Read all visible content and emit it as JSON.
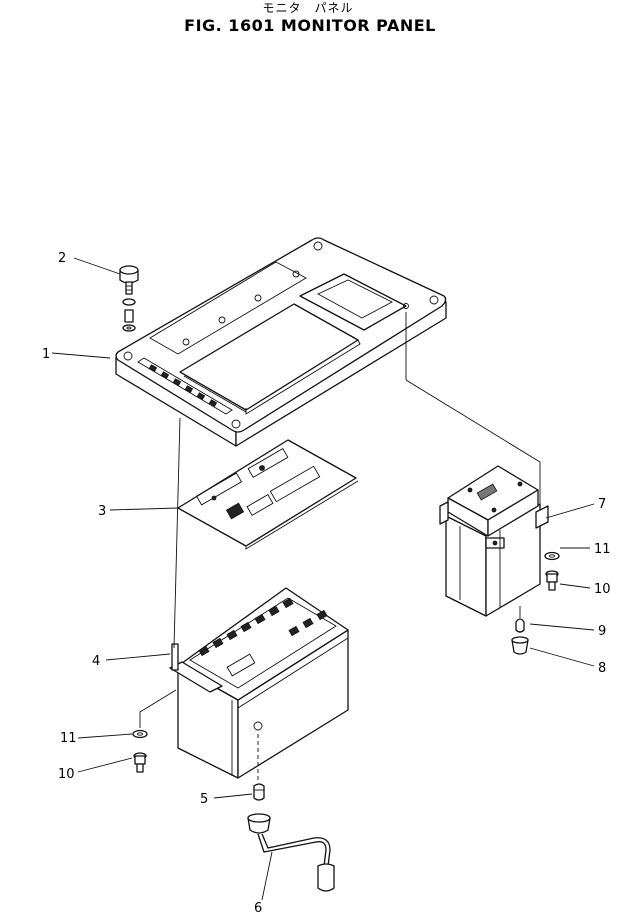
{
  "header": {
    "japanese": "モニタ　パネル",
    "title": "FIG. 1601  MONITOR PANEL"
  },
  "callouts": [
    {
      "id": "c1",
      "label": "1"
    },
    {
      "id": "c2",
      "label": "2"
    },
    {
      "id": "c3",
      "label": "3"
    },
    {
      "id": "c4",
      "label": "4"
    },
    {
      "id": "c5",
      "label": "5"
    },
    {
      "id": "c6",
      "label": "6"
    },
    {
      "id": "c7",
      "label": "7"
    },
    {
      "id": "c8",
      "label": "8"
    },
    {
      "id": "c9",
      "label": "9"
    },
    {
      "id": "c10a",
      "label": "10"
    },
    {
      "id": "c10b",
      "label": "10"
    },
    {
      "id": "c11a",
      "label": "11"
    },
    {
      "id": "c11b",
      "label": "11"
    }
  ]
}
